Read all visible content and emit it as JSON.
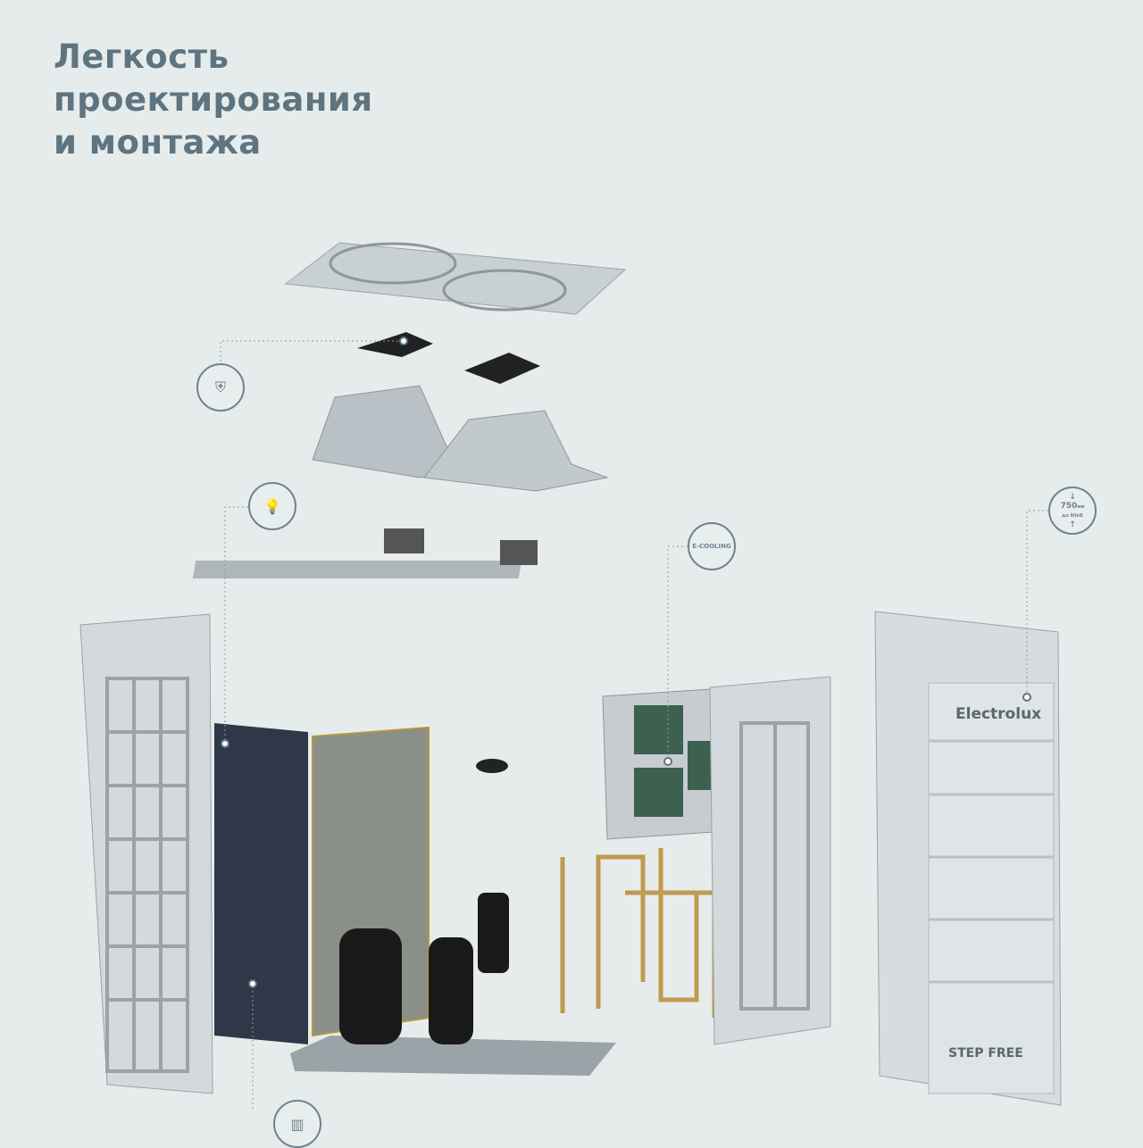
{
  "title": {
    "line1": "Легкость",
    "line2": "проектирования",
    "line3": "и монтажа"
  },
  "badges": [
    {
      "icon": "shield-icon"
    },
    {
      "icon": "bulb-icon"
    },
    {
      "icon": "snowflake-icon",
      "label": "E-COOLING"
    },
    {
      "icon": "height-icon",
      "value": "750",
      "unit": "мм",
      "sub": "до 80кВ"
    },
    {
      "icon": "coil-icon"
    }
  ],
  "product": {
    "brand": "Electrolux",
    "model": "STEP FREE"
  },
  "colors": {
    "title": "#5e7480",
    "background": "#e6eceb"
  }
}
